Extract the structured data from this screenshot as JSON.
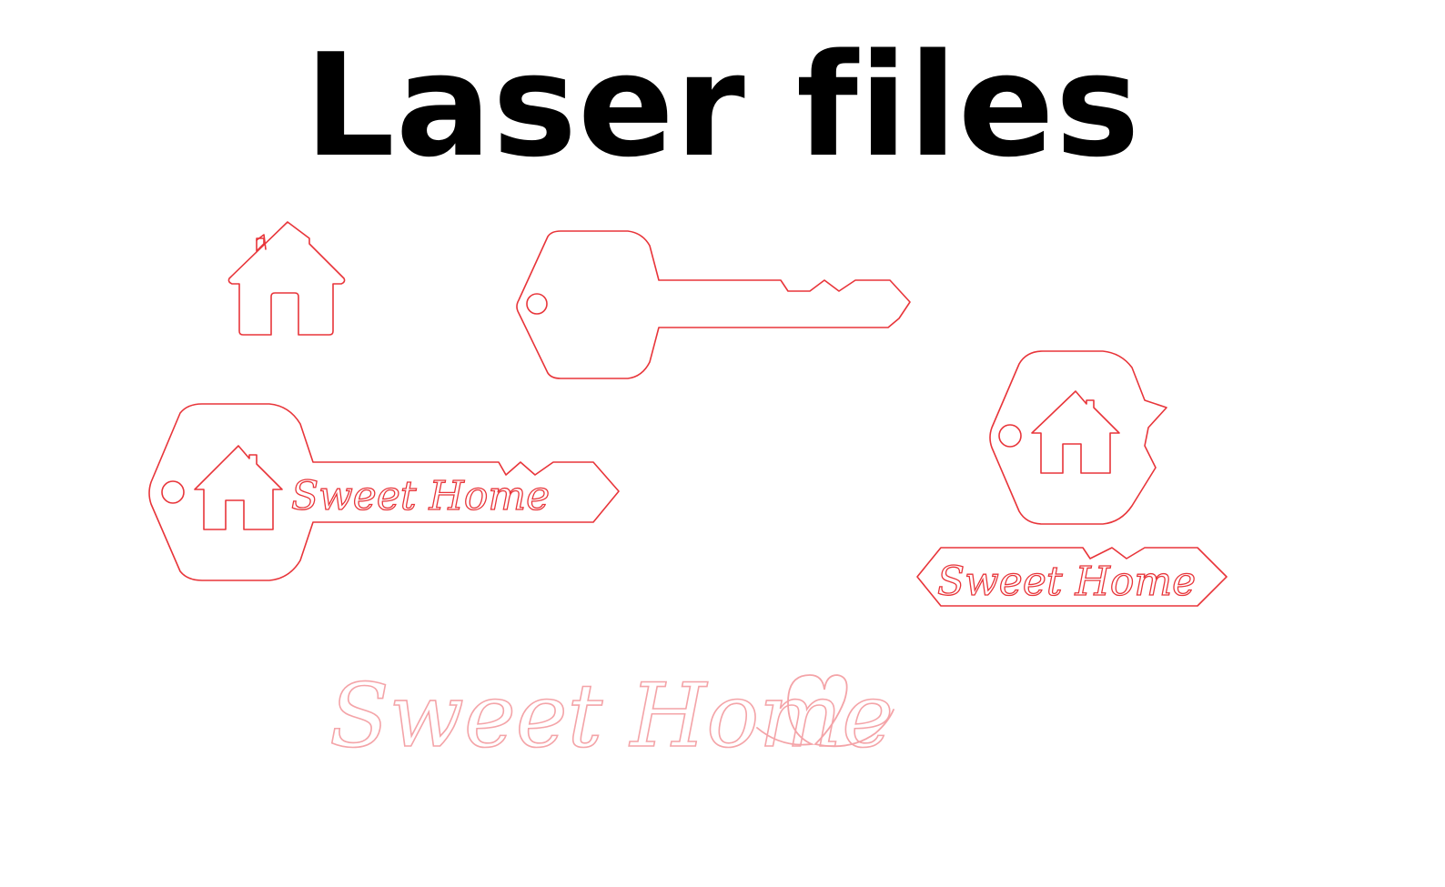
{
  "title": "Laser files",
  "key_text_large": "Sweet Home",
  "key_text_small": "Sweet Home",
  "script_text": "Sweet Home",
  "colors": {
    "title": "#000000",
    "cut_line": "#e8353a",
    "engrave_line": "#f4a4a8",
    "background": "#ffffff"
  },
  "icons": [
    "house-icon",
    "key-icon",
    "heart-icon"
  ]
}
